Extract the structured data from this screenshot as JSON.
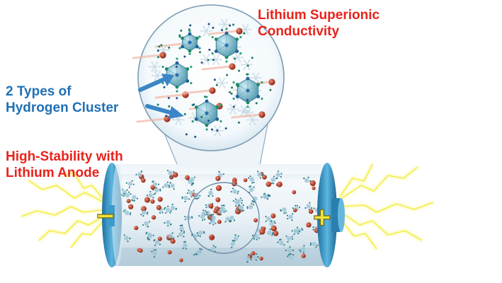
{
  "labels": {
    "superionic": {
      "line1": "Lithium Superionic",
      "line2": "Conductivity"
    },
    "clusters": {
      "line1": "2 Types of",
      "line2": "Hydrogen Cluster"
    },
    "stability": {
      "line1": "High-Stability with",
      "line2": "Lithium Anode"
    }
  },
  "battery": {
    "negative_symbol": "−",
    "positive_symbol": "+"
  },
  "colors": {
    "red_text": "#e8231c",
    "blue_text": "#1f6fb5",
    "battery_cap": "#2f8fc2",
    "terminal_yellow": "#f2e23a",
    "lithium_ion": "#b23a24",
    "cluster": "#4f9fb8",
    "spark": "#f4ee4a"
  }
}
